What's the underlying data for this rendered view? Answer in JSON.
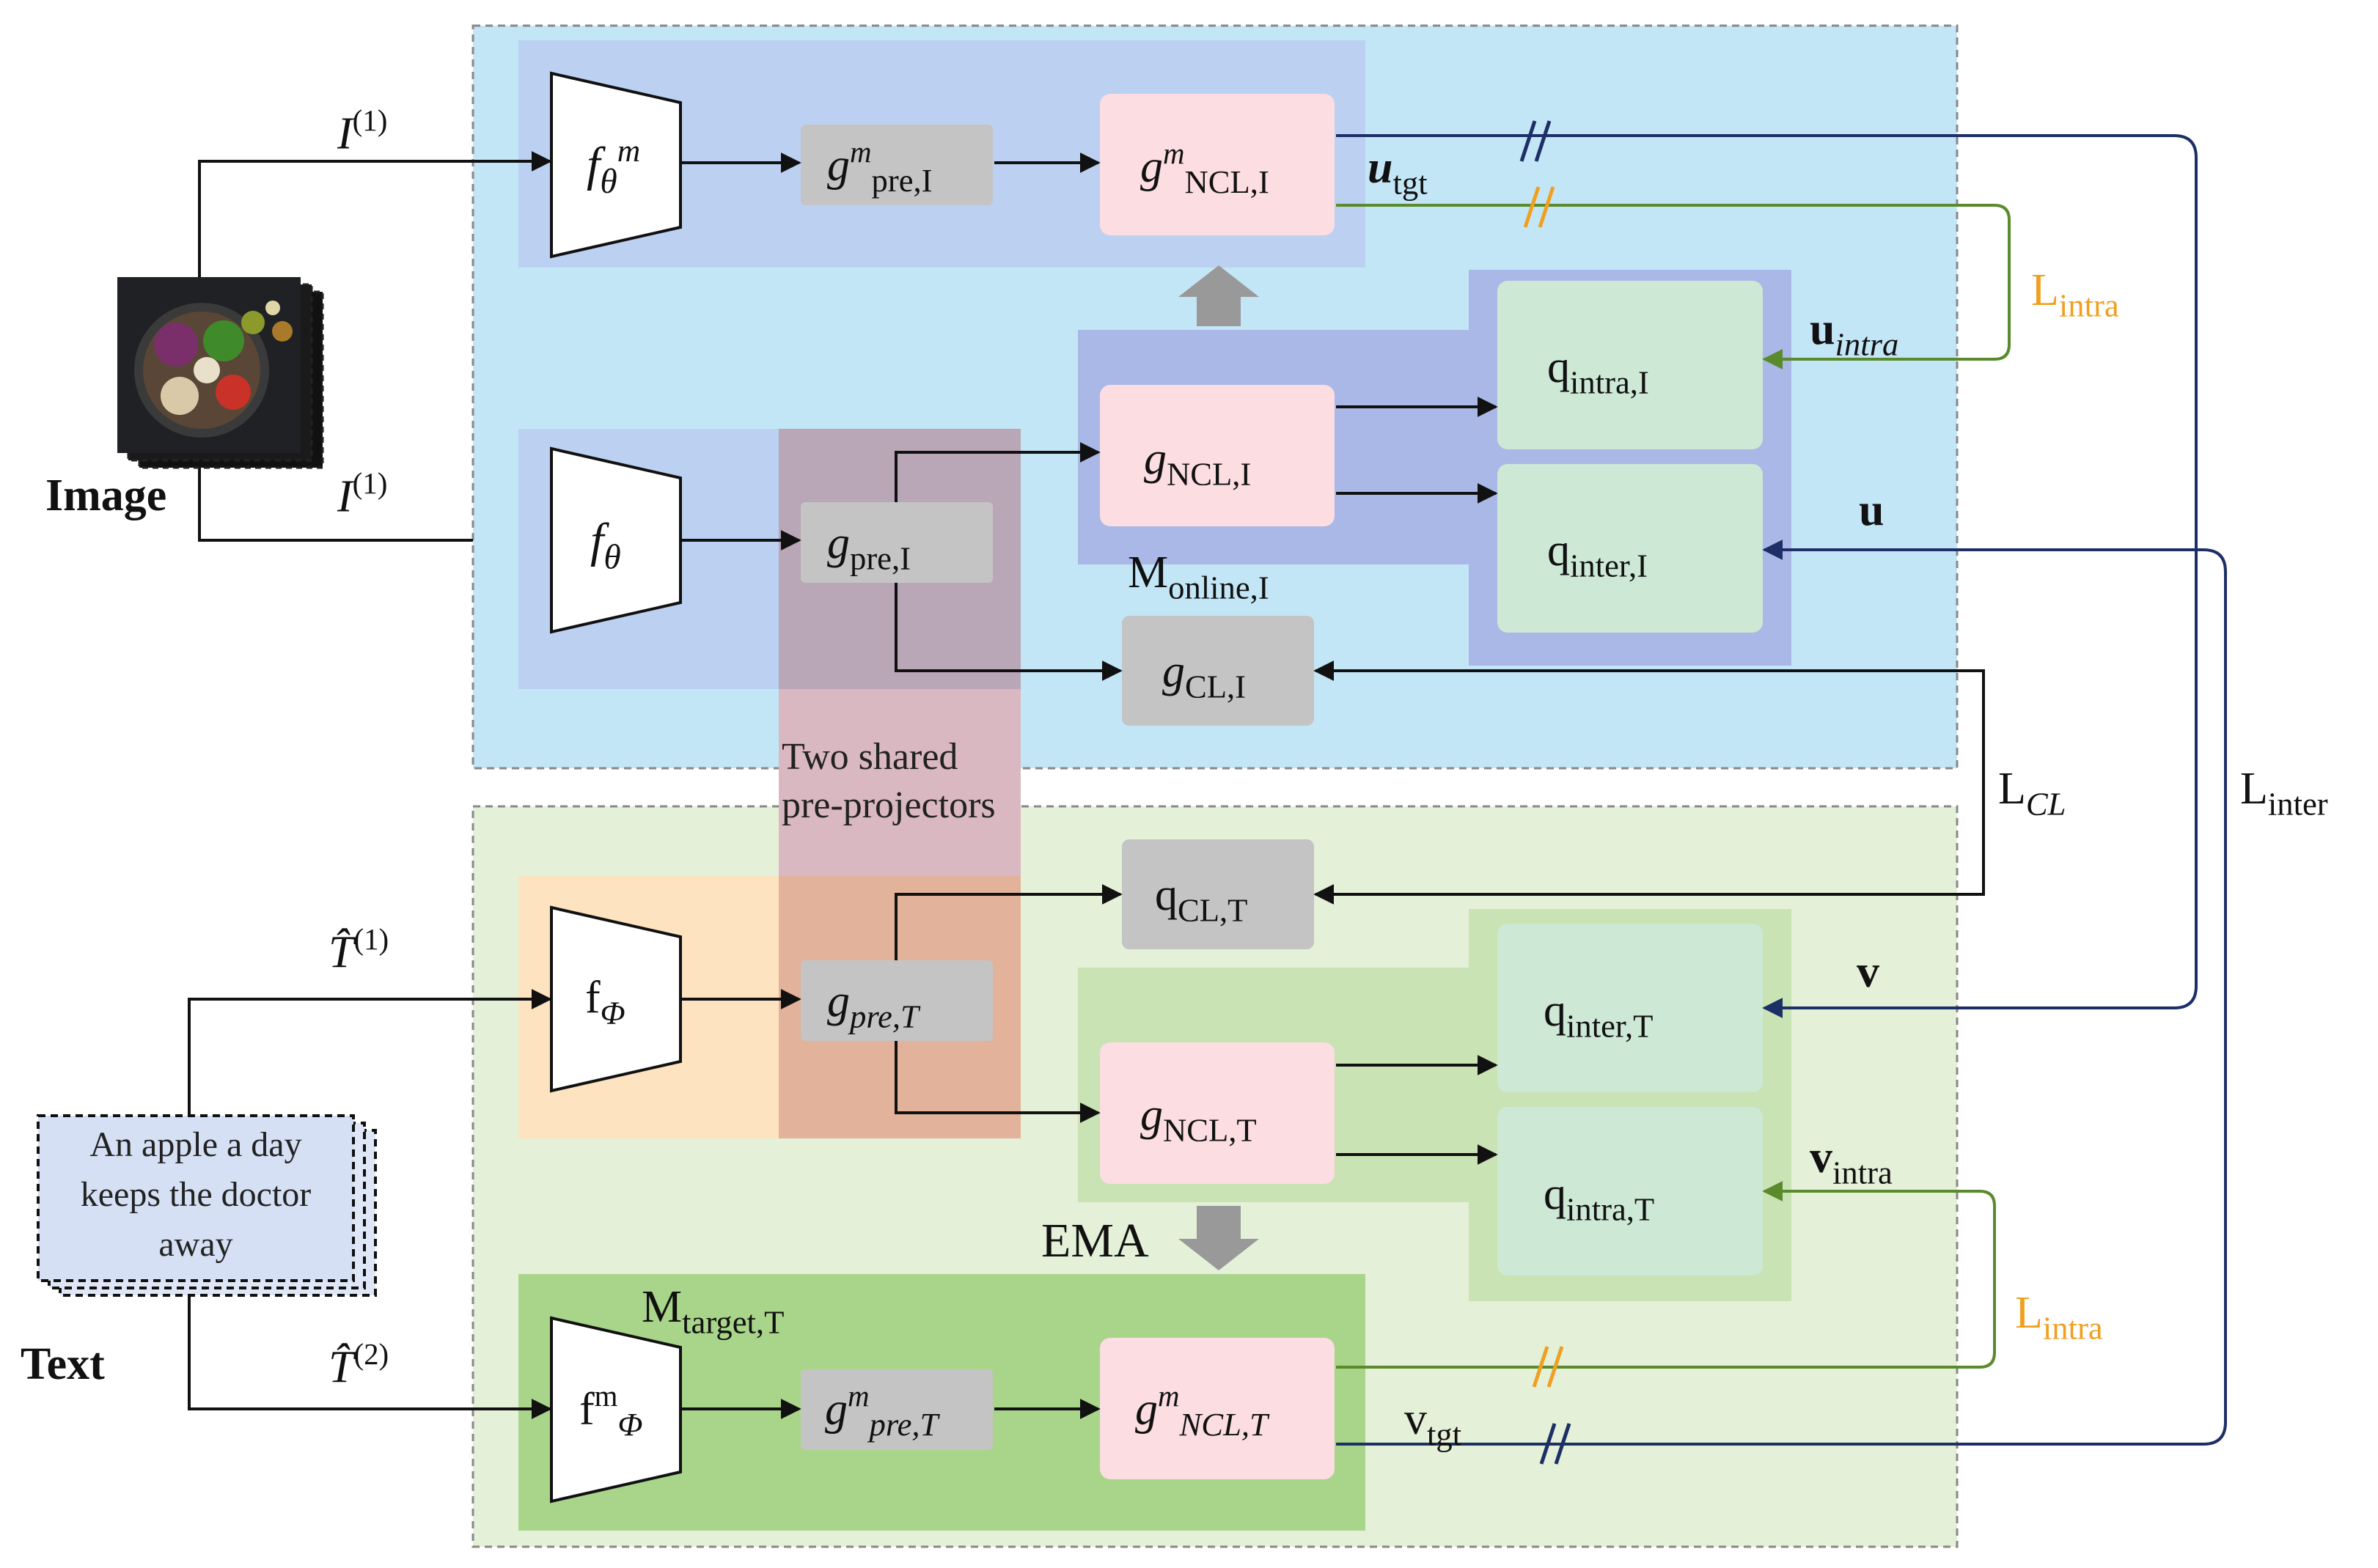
{
  "inputs": {
    "image_label": "Image",
    "text_label": "Text",
    "text_sample": [
      "An apple a day",
      "keeps the doctor",
      "away"
    ]
  },
  "edges": {
    "image_view_1": {
      "main": "I",
      "sup": "(1)"
    },
    "image_view_2": {
      "main": "I",
      "sup": "(1)"
    },
    "text_view_1": {
      "main": "T̂",
      "sup": "(1)"
    },
    "text_view_2": {
      "main": "T̂",
      "sup": "(2)"
    }
  },
  "image_branch": {
    "encoder_momentum": {
      "main": "f",
      "sub": "θ",
      "sup": "m"
    },
    "encoder_online": {
      "main": "f",
      "sub": "θ"
    },
    "pre_momentum": {
      "main": "g",
      "sub": "pre,I",
      "sup": "m"
    },
    "pre_online": {
      "main": "g",
      "sub": "pre,I"
    },
    "ncl_momentum": {
      "main": "g",
      "sub": "NCL,I",
      "sup": "m"
    },
    "ncl_online": {
      "main": "g",
      "sub": "NCL,I"
    },
    "cl_head": {
      "main": "g",
      "sub": "CL,I"
    },
    "q_intra": {
      "main": "q",
      "sub": "intra,I"
    },
    "q_inter": {
      "main": "q",
      "sub": "inter,I"
    },
    "online_model": {
      "main": "M",
      "sub": "online,I"
    }
  },
  "text_branch": {
    "encoder_online": {
      "main": "f",
      "sub": "Φ"
    },
    "encoder_momentum": {
      "main": "f",
      "sub": "Φ",
      "sup": "m"
    },
    "pre_online": {
      "main": "g",
      "sub": "pre,T"
    },
    "pre_momentum": {
      "main": "g",
      "sub": "pre,T",
      "sup": "m"
    },
    "ncl_online": {
      "main": "g",
      "sub": "NCL,T"
    },
    "ncl_momentum": {
      "main": "g",
      "sub": "NCL,T",
      "sup": "m"
    },
    "q_cl": {
      "main": "q",
      "sub": "CL,T"
    },
    "q_inter": {
      "main": "q",
      "sub": "inter,T"
    },
    "q_intra": {
      "main": "q",
      "sub": "intra,T"
    },
    "target_model": {
      "main": "M",
      "sub": "target,T"
    },
    "ema_label": "EMA"
  },
  "shared_note": [
    "Two shared",
    "pre-projectors"
  ],
  "vectors": {
    "u_tgt": {
      "main": "u",
      "sub": "tgt"
    },
    "u_intra": {
      "main": "u",
      "sub": "intra"
    },
    "u": "u",
    "v": "v",
    "v_intra": {
      "main": "v",
      "sub": "intra"
    },
    "v_tgt": {
      "main": "v",
      "sub": "tgt"
    }
  },
  "losses": {
    "intra_top": {
      "main": "L",
      "sub": "intra"
    },
    "intra_bottom": {
      "main": "L",
      "sub": "intra"
    },
    "cl": {
      "main": "L",
      "sub": "CL"
    },
    "inter": {
      "main": "L",
      "sub": "inter"
    }
  },
  "colors": {
    "image_panel": "#c3e6f6",
    "text_panel": "#e4f0d8",
    "encoder_block": "#bcd1f2",
    "ncl_block": "#fbdde2",
    "gray_block": "#c4c4c4",
    "q_block": "#cde8d5",
    "q_group_image": "#a9b8e6",
    "q_group_text": "#cae3b4",
    "shared_pre": "#b9a6b6",
    "text_encoder": "#fde3bf",
    "target_block": "#a9d58a",
    "intra_line": "#5a8a2c",
    "inter_line": "#1c2f66",
    "loss_orange": "#f0a021"
  }
}
